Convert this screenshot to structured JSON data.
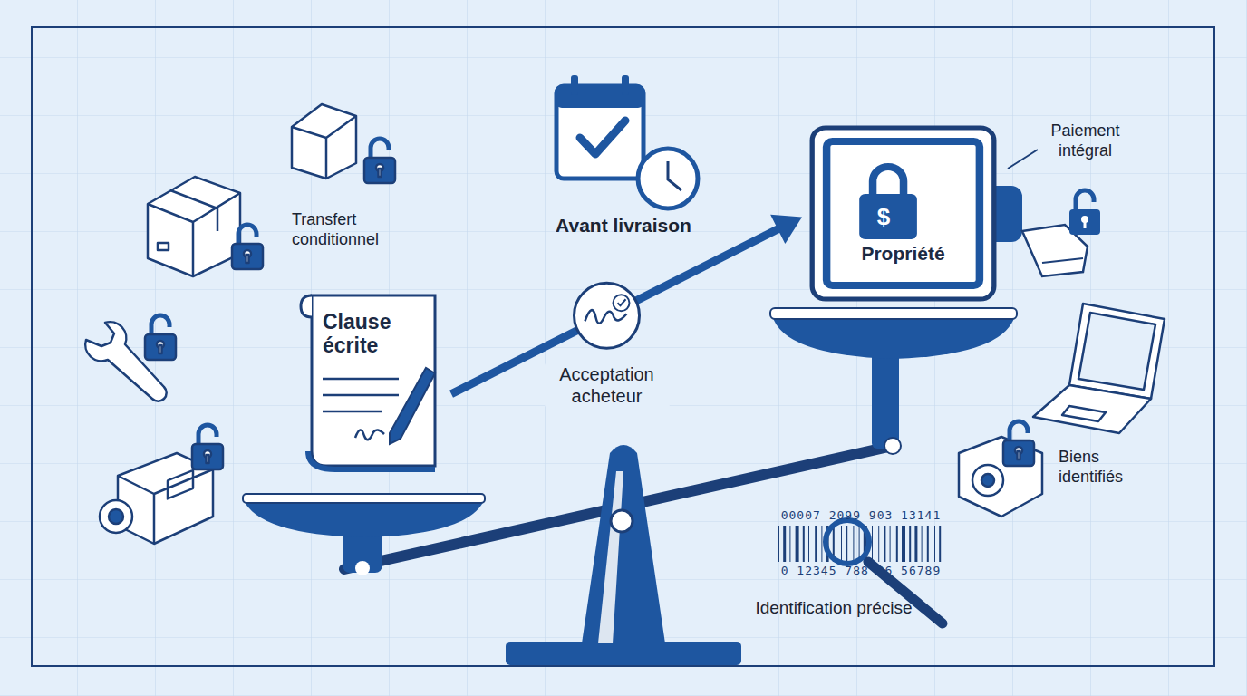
{
  "diagram": {
    "nodes": [
      {
        "text": [
          "Clause écrite"
        ]
      },
      {
        "text": [
          "Propriété"
        ]
      }
    ],
    "edges": [
      {
        "from": 0,
        "to": 1,
        "arrow": "to",
        "label": "Acceptation acheteur"
      }
    ],
    "labels": [
      "Transfert conditionnel",
      "Avant livraison",
      "Paiement intégral",
      "$",
      "Biens identifiés",
      "00007 2099 903 13141",
      "0 12345 788 96 56789",
      "Identification précise"
    ]
  }
}
